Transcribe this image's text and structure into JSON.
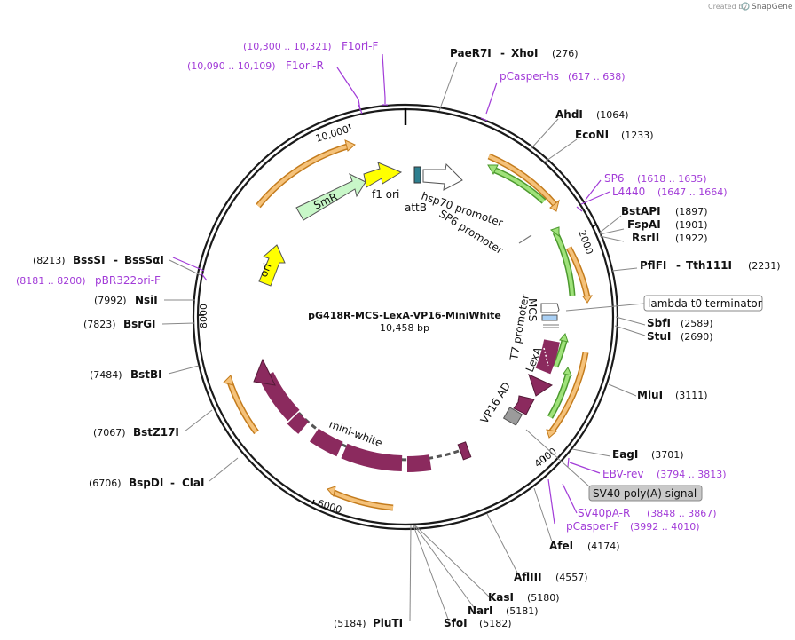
{
  "header": {
    "created_by": "Created by",
    "brand": "SnapGene"
  },
  "plasmid": {
    "name": "pG418R-MCS-LexA-VP16-MiniWhite",
    "size": "10,458 bp"
  },
  "ticks": [
    "2000",
    "4000",
    "6000",
    "8000",
    "10,000"
  ],
  "enzymes": [
    {
      "name": "PaeR7I",
      "name2": "XhoI",
      "pos": "(276)"
    },
    {
      "name": "AhdI",
      "pos": "(1064)"
    },
    {
      "name": "EcoNI",
      "pos": "(1233)"
    },
    {
      "name": "BstAPI",
      "pos": "(1897)"
    },
    {
      "name": "FspAI",
      "pos": "(1901)"
    },
    {
      "name": "RsrII",
      "pos": "(1922)"
    },
    {
      "name": "PflFI",
      "name2": "Tth111I",
      "pos": "(2231)"
    },
    {
      "name": "SbfI",
      "pos": "(2589)"
    },
    {
      "name": "StuI",
      "pos": "(2690)"
    },
    {
      "name": "MluI",
      "pos": "(3111)"
    },
    {
      "name": "EagI",
      "pos": "(3701)"
    },
    {
      "name": "AfeI",
      "pos": "(4174)"
    },
    {
      "name": "AflIII",
      "pos": "(4557)"
    },
    {
      "name": "KasI",
      "pos": "(5180)"
    },
    {
      "name": "NarI",
      "pos": "(5181)"
    },
    {
      "name": "SfoI",
      "pos": "(5182)"
    },
    {
      "name": "PluTI",
      "pos": "(5184)"
    },
    {
      "name": "BspDI",
      "name2": "ClaI",
      "pos": "(6706)"
    },
    {
      "name": "BstZ17I",
      "pos": "(7067)"
    },
    {
      "name": "BstBI",
      "pos": "(7484)"
    },
    {
      "name": "BsrGI",
      "pos": "(7823)"
    },
    {
      "name": "NsiI",
      "pos": "(7992)"
    },
    {
      "name": "BssSI",
      "name2": "BssSαI",
      "pos": "(8213)"
    }
  ],
  "primers": [
    {
      "name": "F1ori-F",
      "range": "(10,300 .. 10,321)"
    },
    {
      "name": "F1ori-R",
      "range": "(10,090 .. 10,109)"
    },
    {
      "name": "pCasper-hs",
      "range": "(617 .. 638)"
    },
    {
      "name": "SP6",
      "range": "(1618 .. 1635)"
    },
    {
      "name": "L4440",
      "range": "(1647 .. 1664)"
    },
    {
      "name": "EBV-rev",
      "range": "(3794 .. 3813)"
    },
    {
      "name": "SV40pA-R",
      "range": "(3848 .. 3867)"
    },
    {
      "name": "pCasper-F",
      "range": "(3992 .. 4010)"
    },
    {
      "name": "pBR322ori-F",
      "range": "(8181 .. 8200)"
    }
  ],
  "features": {
    "smr": "SmR",
    "f1ori": "f1 ori",
    "attb": "attB",
    "hsp70": "hsp70 promoter",
    "sp6p": "SP6 promoter",
    "ori": "ori",
    "mcs": "MCS",
    "t7": "T7 promoter",
    "lexa": "LexA",
    "vp16": "VP16 AD",
    "miniwhite": "mini-white",
    "lambda": "lambda t0 terminator",
    "sv40": "SV40 poly(A) signal"
  },
  "colors": {
    "enzyme_label": "#111111",
    "primer": "#a23cd8",
    "orange_arrow": "#f5c27a",
    "green_arrow": "#9fe27a",
    "mini_white": "#8b2a5e",
    "smr": "#c8f7c8",
    "f1ori": "#ffff00",
    "ori": "#ffff00",
    "attb": "#2e7f8f",
    "mcs": "#a9d0f5",
    "gray_feature": "#9b9b9b",
    "backbone": "#1a1a1a"
  }
}
